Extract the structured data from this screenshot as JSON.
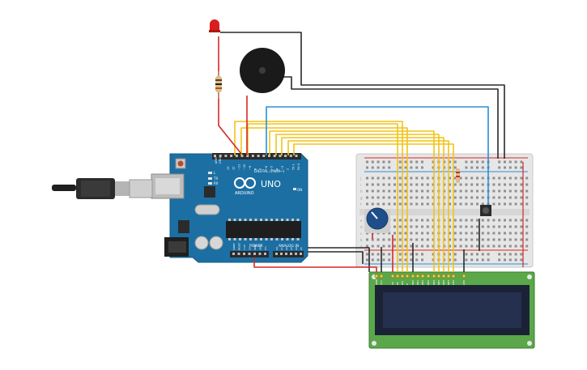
{
  "board": {
    "brand": "ARDUINO",
    "model": "UNO",
    "on_label": "ON",
    "l_label": "L",
    "tx_label": "TX",
    "rx_label": "RX",
    "digital_header": "DIGITAL (PWM~)",
    "power_header": "POWER",
    "analog_header": "ANALOG IN",
    "aref_label": "AREF",
    "gnd_label": "GND",
    "digital_pins": [
      "13",
      "12",
      "~11",
      "~10",
      "~9",
      "8",
      "7",
      "~6",
      "~5",
      "4",
      "~3",
      "2",
      "TX 1",
      "RX 0"
    ],
    "power_pins": [
      "IOREF",
      "RESET",
      "3.3V",
      "5V",
      "GND",
      "GND",
      "Vin"
    ],
    "analog_pins": [
      "A0",
      "A1",
      "A2",
      "A3",
      "A4",
      "A5"
    ]
  },
  "lcd": {
    "pin_labels": [
      "GND",
      "VCC",
      "V0",
      "RS",
      "RW",
      "E",
      "DB0",
      "DB1",
      "DB2",
      "DB3",
      "DB4",
      "DB5",
      "DB6",
      "DB7",
      "LED",
      "LED"
    ]
  },
  "breadboard": {
    "row_letters_top": [
      "j",
      "i",
      "h",
      "g",
      "f"
    ],
    "row_letters_bottom": [
      "e",
      "d",
      "c",
      "b",
      "a"
    ]
  },
  "colors": {
    "arduino": "#1c6fa3",
    "breadboard": "#e9e9e9",
    "lcd_pcb": "#5aa84a",
    "lcd_screen": "#24304e",
    "wire_yellow": "#f2c316",
    "wire_black": "#2a2a2a",
    "wire_red": "#d62828",
    "wire_blue": "#2a8fd6",
    "led_red": "#d81e1e"
  }
}
